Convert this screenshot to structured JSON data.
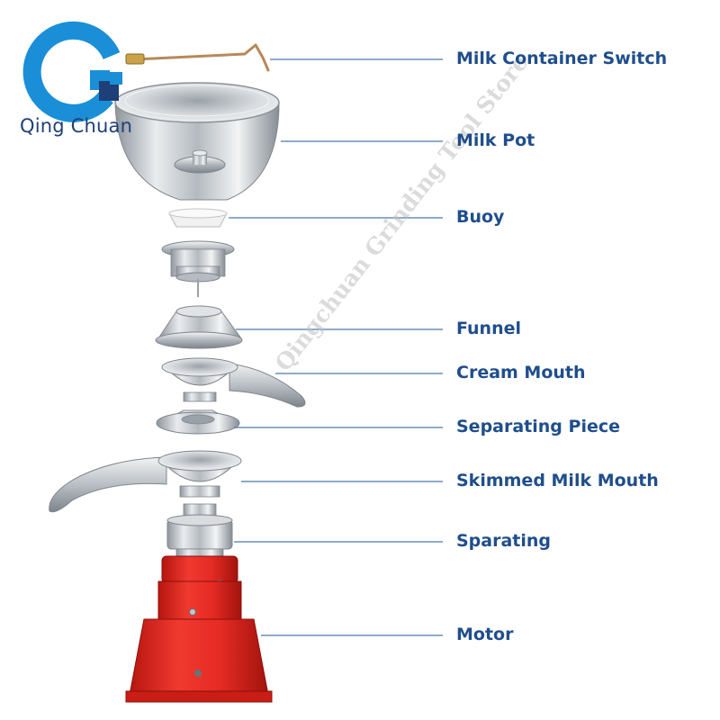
{
  "brand": {
    "name": "Qing Chuan",
    "color": "#1a8fd8",
    "dark_color": "#1f3f78"
  },
  "watermark": {
    "text": "Qingchuan Grinding Tool Store"
  },
  "colors": {
    "label": "#1f4e8c",
    "leader_line": "#4a78b0",
    "steel": "#c8cdd2",
    "motor_red": "#e52b24"
  },
  "labels": [
    {
      "key": "milk-container-switch",
      "text": "Milk Container Switch"
    },
    {
      "key": "milk-pot",
      "text": "Milk Pot"
    },
    {
      "key": "buoy",
      "text": "Buoy"
    },
    {
      "key": "funnel",
      "text": "Funnel"
    },
    {
      "key": "cream-mouth",
      "text": "Cream Mouth"
    },
    {
      "key": "separating-piece",
      "text": "Separating Piece"
    },
    {
      "key": "skimmed-milk-mouth",
      "text": "Skimmed Milk Mouth"
    },
    {
      "key": "sparating",
      "text": "Sparating"
    },
    {
      "key": "motor",
      "text": "Motor"
    }
  ]
}
